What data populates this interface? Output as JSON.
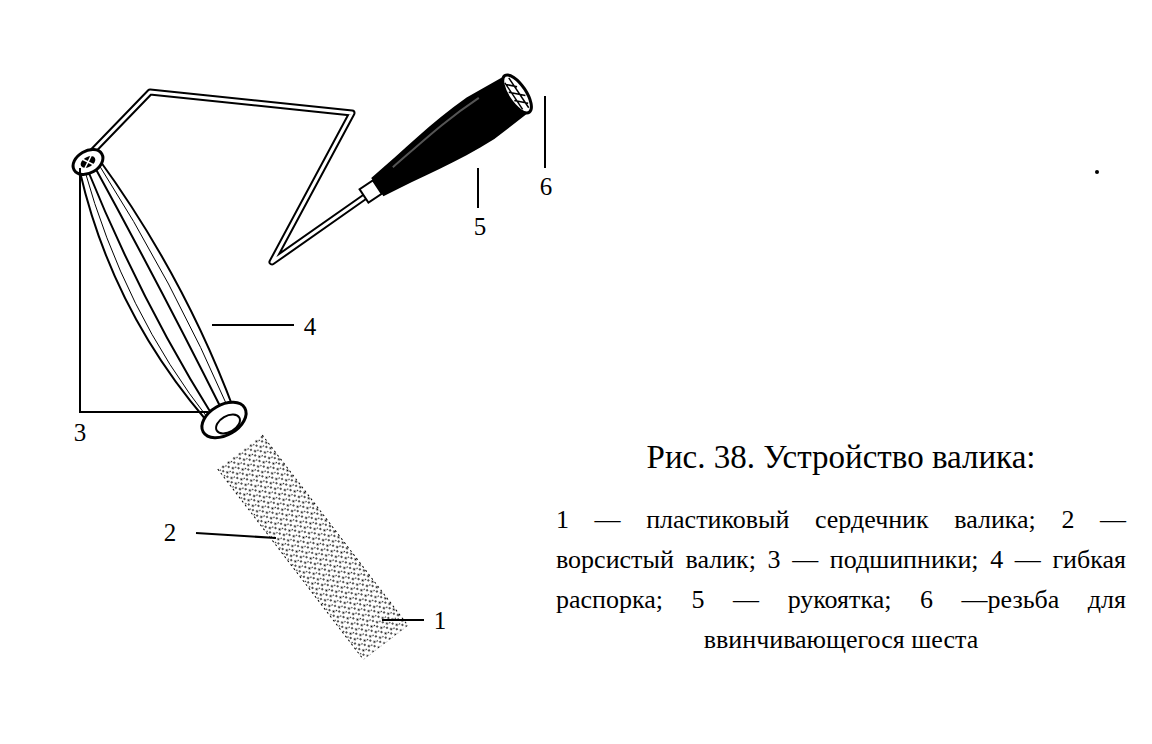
{
  "diagram": {
    "caption": "Рис. 38. Устройство валика:",
    "labels": [
      "1",
      "2",
      "3",
      "4",
      "5",
      "6",
      "1 — пластиковый сердечник валика; 2 — ворсистый валик; 3 — подшипники; 4 — гибкая распорка; 5 — рукоятка; 6 —резьба для ввинчивающегося шеста"
    ]
  }
}
